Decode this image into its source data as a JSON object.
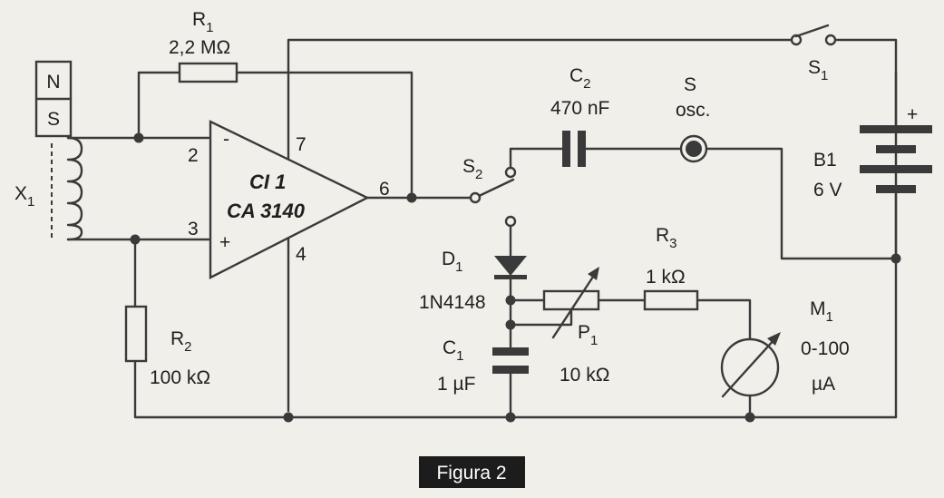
{
  "figure": {
    "caption": "Figura 2"
  },
  "components": {
    "r1": {
      "name": "R",
      "sub": "1",
      "value": "2,2 MΩ"
    },
    "r2": {
      "name": "R",
      "sub": "2",
      "value": "100 kΩ"
    },
    "r3": {
      "name": "R",
      "sub": "3",
      "value": "1 kΩ"
    },
    "c1": {
      "name": "C",
      "sub": "1",
      "value": "1 µF"
    },
    "c2": {
      "name": "C",
      "sub": "2",
      "value": "470 nF"
    },
    "d1": {
      "name": "D",
      "sub": "1",
      "value": "1N4148"
    },
    "p1": {
      "name": "P",
      "sub": "1",
      "value": "10 kΩ"
    },
    "m1": {
      "name": "M",
      "sub": "1",
      "range": "0-100",
      "unit": "µA"
    },
    "b1": {
      "name": "B1",
      "value": "6 V",
      "polarity": "+"
    },
    "s1": {
      "name": "S",
      "sub": "1"
    },
    "s2": {
      "name": "S",
      "sub": "2"
    },
    "speaker": {
      "name": "S",
      "label": "osc."
    },
    "x1": {
      "name": "X",
      "sub": "1"
    },
    "magnet": {
      "north": "N",
      "south": "S"
    },
    "ic": {
      "name": "CI 1",
      "part": "CA 3140",
      "pins": {
        "inv": "2",
        "noninv": "3",
        "out": "6",
        "vplus": "7",
        "vminus": "4"
      },
      "inv_sign": "-",
      "noninv_sign": "+"
    }
  }
}
